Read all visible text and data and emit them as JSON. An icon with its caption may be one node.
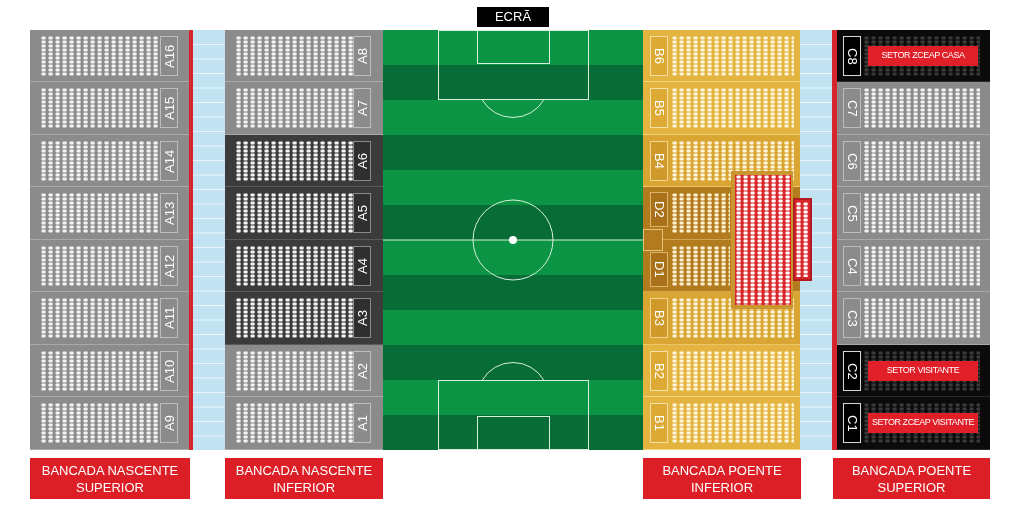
{
  "diagram": {
    "nodes": [
      {
        "text": [
          "ECRÃ"
        ]
      },
      {
        "text": [
          "A16"
        ]
      },
      {
        "text": [
          "A15"
        ]
      },
      {
        "text": [
          "A14"
        ]
      },
      {
        "text": [
          "A13"
        ]
      },
      {
        "text": [
          "A12"
        ]
      },
      {
        "text": [
          "A11"
        ]
      },
      {
        "text": [
          "A10"
        ]
      },
      {
        "text": [
          "A9"
        ]
      },
      {
        "text": [
          "A8"
        ]
      },
      {
        "text": [
          "A7"
        ]
      },
      {
        "text": [
          "A6"
        ]
      },
      {
        "text": [
          "A5"
        ]
      },
      {
        "text": [
          "A4"
        ]
      },
      {
        "text": [
          "A3"
        ]
      },
      {
        "text": [
          "A2"
        ]
      },
      {
        "text": [
          "A1"
        ]
      },
      {
        "text": [
          "B6"
        ]
      },
      {
        "text": [
          "B5"
        ]
      },
      {
        "text": [
          "B4"
        ]
      },
      {
        "text": [
          "D2"
        ]
      },
      {
        "text": [
          "D1"
        ]
      },
      {
        "text": [
          "B3"
        ]
      },
      {
        "text": [
          "B2"
        ]
      },
      {
        "text": [
          "B1"
        ]
      },
      {
        "text": [],
        "shape": "box"
      },
      {
        "text": [],
        "shape": "box"
      },
      {
        "text": [
          "C8"
        ]
      },
      {
        "text": [
          "SETOR ZCEAP CASA"
        ],
        "in": 27
      },
      {
        "text": [
          "C7"
        ]
      },
      {
        "text": [
          "C6"
        ]
      },
      {
        "text": [
          "C5"
        ]
      },
      {
        "text": [
          "C4"
        ]
      },
      {
        "text": [
          "C3"
        ]
      },
      {
        "text": [
          "C2"
        ]
      },
      {
        "text": [
          "SETOR VISITANTE"
        ],
        "in": 34
      },
      {
        "text": [
          "C1"
        ]
      },
      {
        "text": [
          "SETOR ZCEAP VISITANTE"
        ],
        "in": 36
      },
      {
        "text": [
          "BANCADA NASCENTE SUPERIOR"
        ]
      },
      {
        "text": [
          "BANCADA NASCENTE INFERIOR"
        ]
      },
      {
        "text": [
          "BANCADA POENTE INFERIOR"
        ]
      },
      {
        "text": [
          "BANCADA POENTE SUPERIOR"
        ]
      }
    ]
  }
}
